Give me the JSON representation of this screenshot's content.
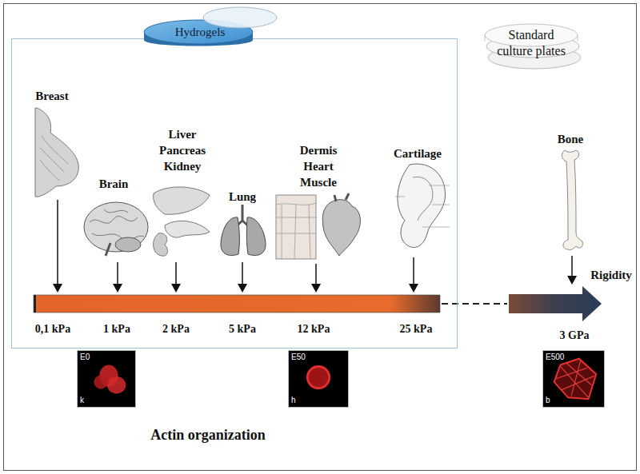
{
  "diagram": {
    "nodes": [
      {
        "text": [
          "Hydrogels"
        ]
      },
      {
        "text": [
          "E0",
          "k"
        ]
      },
      {
        "text": [
          "E50",
          "h"
        ]
      },
      {
        "text": [
          "E500",
          "b"
        ]
      }
    ],
    "labels": [
      "Standard culture plates",
      "Breast",
      "Brain",
      "Liver Pancreas Kidney",
      "Lung",
      "Dermis Heart Muscle",
      "Cartilage",
      "Bone",
      "Rigidity",
      "0,1 kPa",
      "1 kPa",
      "2 kPa",
      "5 kPa",
      "12 kPa",
      "25 kPa",
      "3 GPa",
      "Actin organization"
    ]
  }
}
